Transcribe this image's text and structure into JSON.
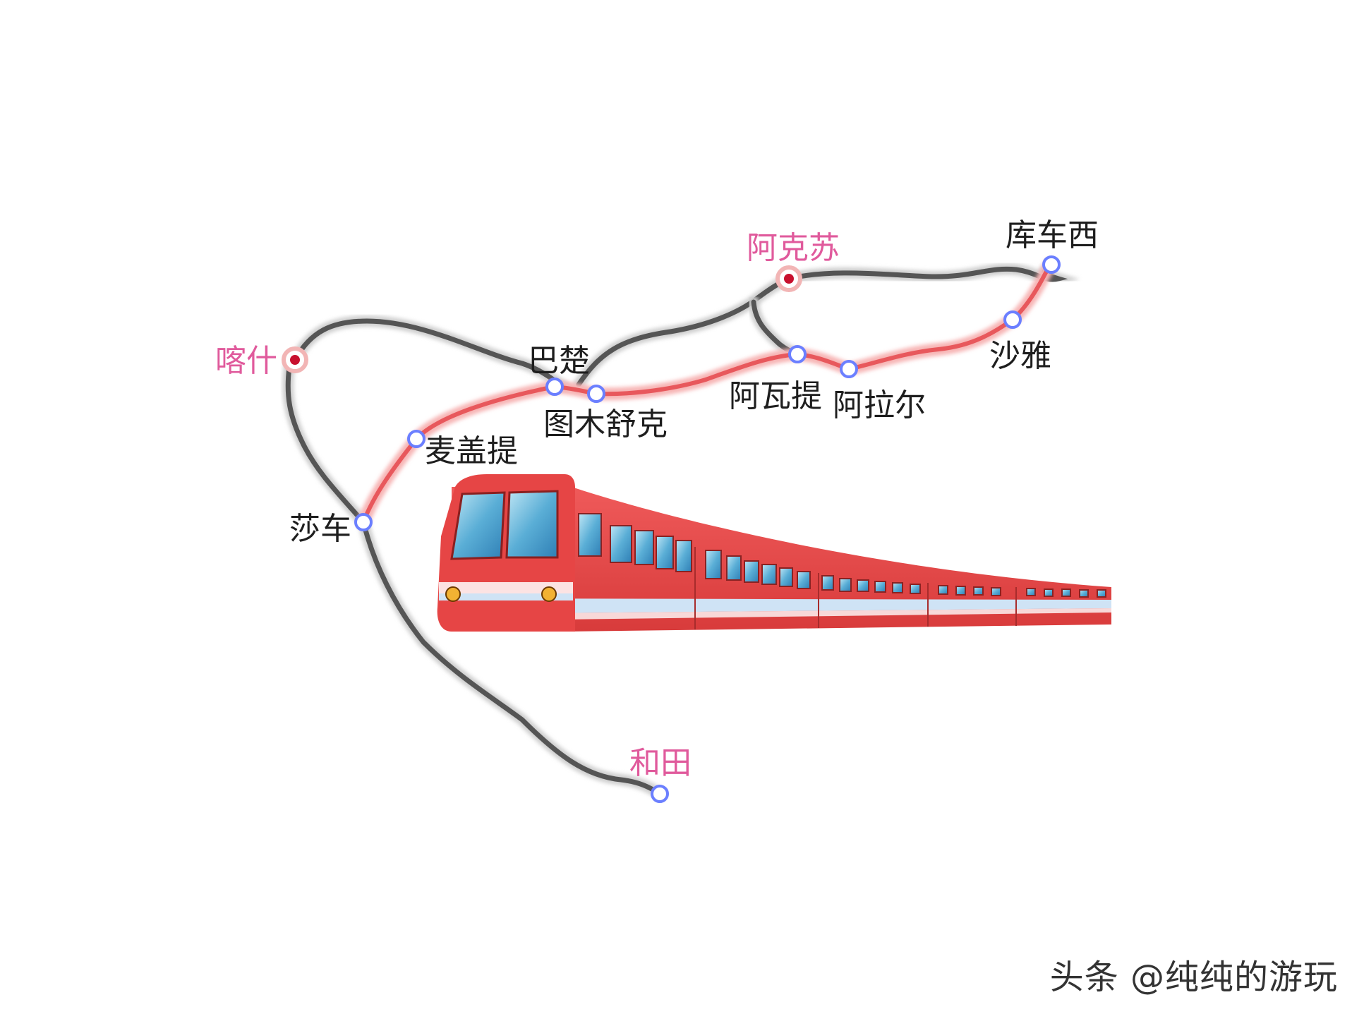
{
  "colors": {
    "gray_line": "#5a5a5a",
    "red_line": "#e8585c",
    "red_glow": "#f7b5b5",
    "major_label": "#e05a9c",
    "station_stroke": "#6b7fff",
    "major_dot": "#c8102e"
  },
  "stations": {
    "kashgar": "喀什",
    "aksu": "阿克苏",
    "kuchexi": "库车西",
    "shaya": "沙雅",
    "bachu": "巴楚",
    "tumushuke": "图木舒克",
    "awati": "阿瓦提",
    "alaer": "阿拉尔",
    "maigaiti": "麦盖提",
    "shache": "莎车",
    "hetian": "和田"
  },
  "watermark": "头条 @纯纯的游玩"
}
